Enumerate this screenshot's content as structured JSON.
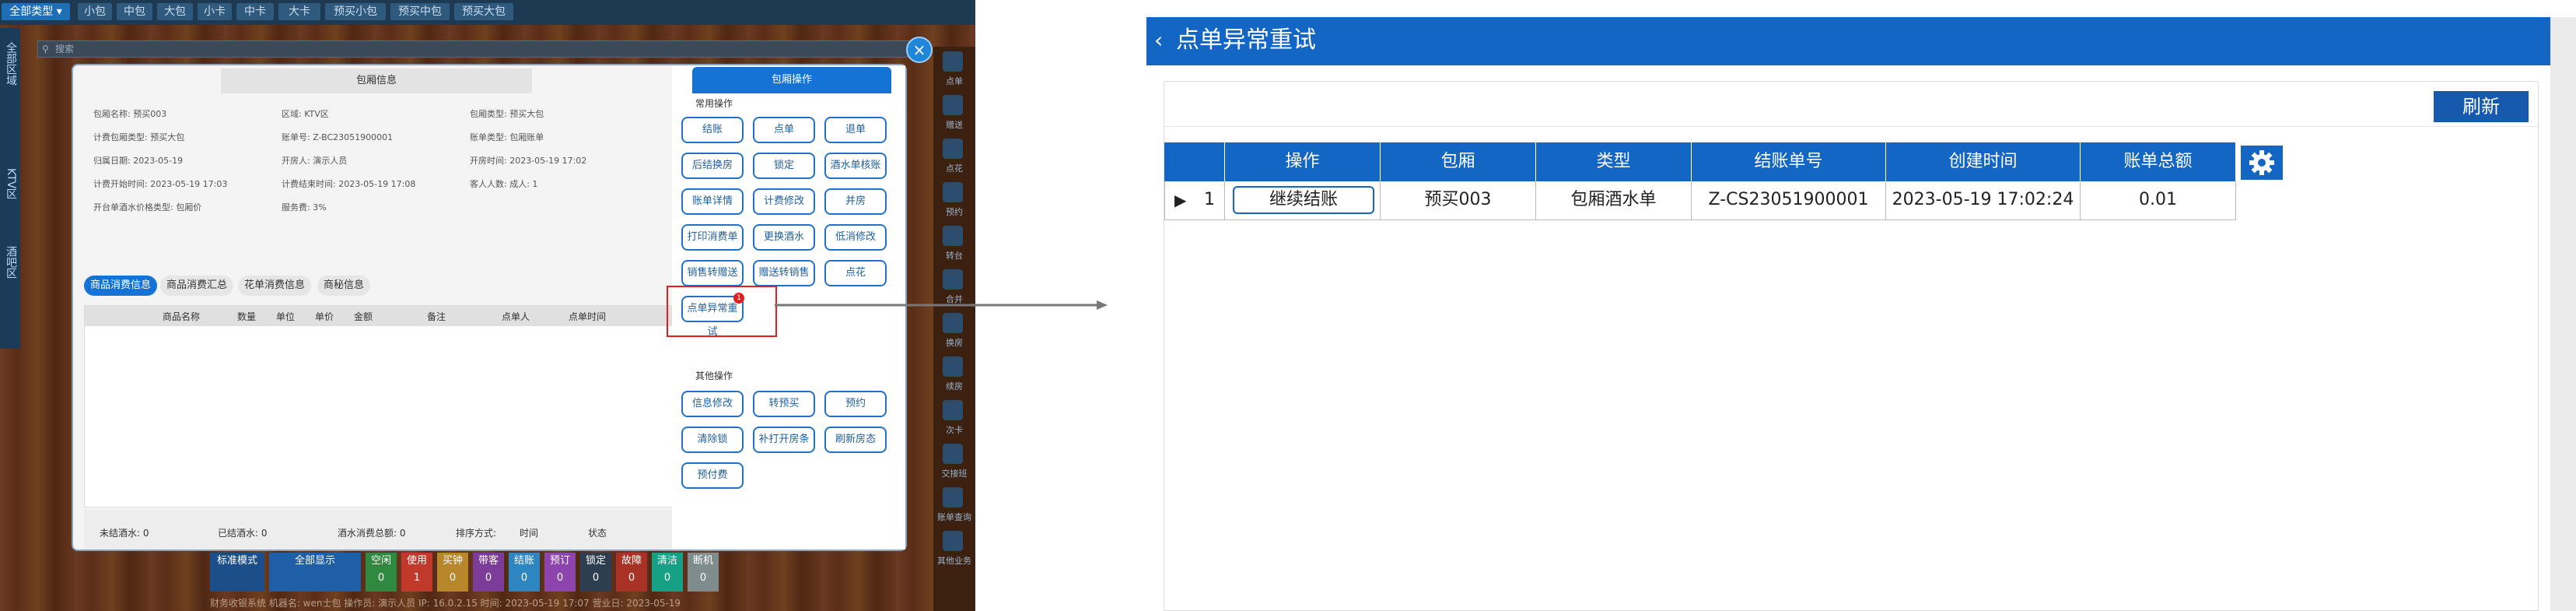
{
  "left_app": {
    "top_tabs": [
      "全部类型 ▾",
      "小包",
      "中包",
      "大包",
      "小卡",
      "中卡",
      "大卡",
      "预买小包",
      "预买中包",
      "预买大包"
    ],
    "search_placeholder": "搜索",
    "left_col_labels": [
      "全部区域",
      "KTV区",
      "酒吧区"
    ],
    "right_col_labels": [
      "点单",
      "赠送",
      "点花",
      "预约",
      "转台",
      "合并",
      "换房",
      "续房",
      "次卡",
      "交接班",
      "账单查询",
      "其他业务"
    ],
    "dialog": {
      "title": "包厢信息",
      "info": [
        [
          "包厢名称: 预买003",
          "区域: KTV区",
          "包厢类型: 预买大包"
        ],
        [
          "计费包厢类型: 预买大包",
          "账单号: Z-BC23051900001",
          "账单类型: 包厢账单"
        ],
        [
          "归属日期: 2023-05-19",
          "开房人: 演示人员",
          "开房时间: 2023-05-19 17:02"
        ],
        [
          "计费开始时间: 2023-05-19 17:03",
          "计费结束时间: 2023-05-19 17:08",
          "客人人数: 成人: 1"
        ],
        [
          "开台单酒水价格类型: 包厢价",
          "服务费: 3%",
          ""
        ]
      ],
      "tabs": [
        "商品消费信息",
        "商品消费汇总",
        "花单消费信息",
        "商秘信息"
      ],
      "table_headers": [
        "商品名称",
        "数量",
        "单位",
        "单价",
        "金额",
        "备注",
        "点单人",
        "点单时间"
      ],
      "footer": [
        "未结酒水: 0",
        "已结酒水: 0",
        "酒水消费总额: 0",
        "排序方式:",
        "时间",
        "状态"
      ]
    },
    "ops": {
      "header": "包厢操作",
      "common_title": "常用操作",
      "common": [
        "结账",
        "点单",
        "退单",
        "后结换房",
        "锁定",
        "酒水单核账",
        "账单详情",
        "计费修改",
        "并房",
        "打印消费单",
        "更换酒水",
        "低消修改",
        "销售转赠送",
        "赠送转销售",
        "点花",
        "点单异常重试"
      ],
      "badge": "1",
      "other_title": "其他操作",
      "other": [
        "信息修改",
        "转预买",
        "预约",
        "清除锁",
        "补打开房条",
        "刷新房态",
        "预付费"
      ]
    },
    "bottom_bar": [
      "标准模式",
      "全部显示",
      "空闲\n0",
      "使用\n1",
      "买钟\n0",
      "带客\n0",
      "结账\n0",
      "预订\n0",
      "锁定\n0",
      "故障\n0",
      "清洁\n0",
      "断机\n0"
    ],
    "status_line": "财务收银系统    机器名: wen士包    操作员: 演示人员    IP: 16.0.2.15    时间: 2023-05-19 17:07    营业日: 2023-05-19"
  },
  "detail_screen": {
    "back_icon": "chevron-left-icon",
    "title": "点单异常重试",
    "refresh_label": "刷新",
    "columns": [
      "操作",
      "包厢",
      "类型",
      "结账单号",
      "创建时间",
      "账单总额"
    ],
    "rows": [
      {
        "index": "1",
        "action": "继续结账",
        "room": "预买003",
        "type": "包厢酒水单",
        "bill_no": "Z-CS23051900001",
        "created": "2023-05-19 17:02:24",
        "total": "0.01"
      }
    ],
    "settings_icon": "gear-icon",
    "accent": "#1466c4"
  }
}
